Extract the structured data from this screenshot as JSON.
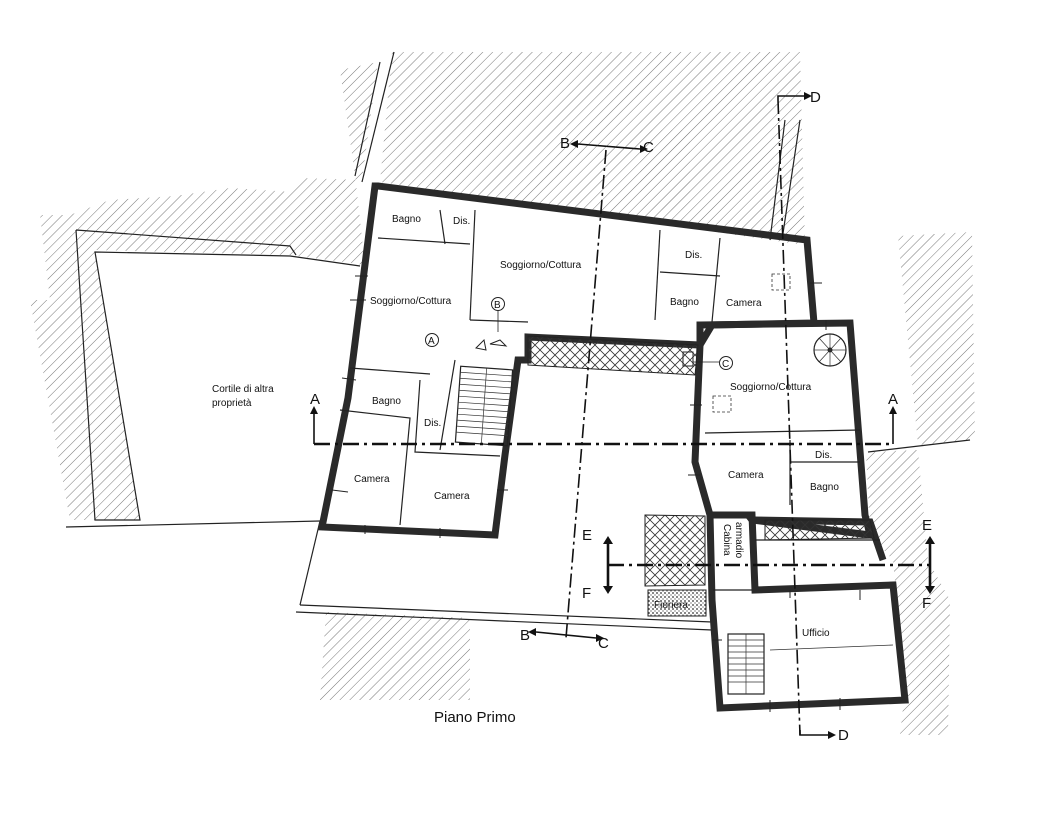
{
  "title": "Piano Primo",
  "rooms": {
    "bagno_nw": "Bagno",
    "dis_nw": "Dis.",
    "soggiorno_n": "Soggiorno/Cottura",
    "dis_ne": "Dis.",
    "bagno_ne": "Bagno",
    "camera_ne": "Camera",
    "soggiorno_w": "Soggiorno/Cottura",
    "bagno_w": "Bagno",
    "dis_w": "Dis.",
    "camera_sw1": "Camera",
    "camera_sw2": "Camera",
    "soggiorno_e": "Soggiorno/Cottura",
    "dis_e": "Dis.",
    "camera_e": "Camera",
    "bagno_e": "Bagno",
    "cabina_line1": "Cabina",
    "cabina_line2": "armadio",
    "ufficio": "Ufficio",
    "cortile_line1": "Cortile di altra",
    "cortile_line2": "proprietà",
    "fioriera": "Fioriera"
  },
  "markers": {
    "a": "A",
    "b": "B",
    "c": "C"
  },
  "sections": {
    "a_left": "A",
    "a_right": "A",
    "b_top": "B",
    "c_top": "C",
    "b_bottom": "B",
    "c_bottom": "C",
    "d_top": "D",
    "d_bottom": "D",
    "e_left": "E",
    "f_left": "F",
    "e_right": "E",
    "f_right": "F"
  },
  "colors": {
    "ink": "#222222",
    "hatch": "#555555",
    "background": "#ffffff"
  }
}
